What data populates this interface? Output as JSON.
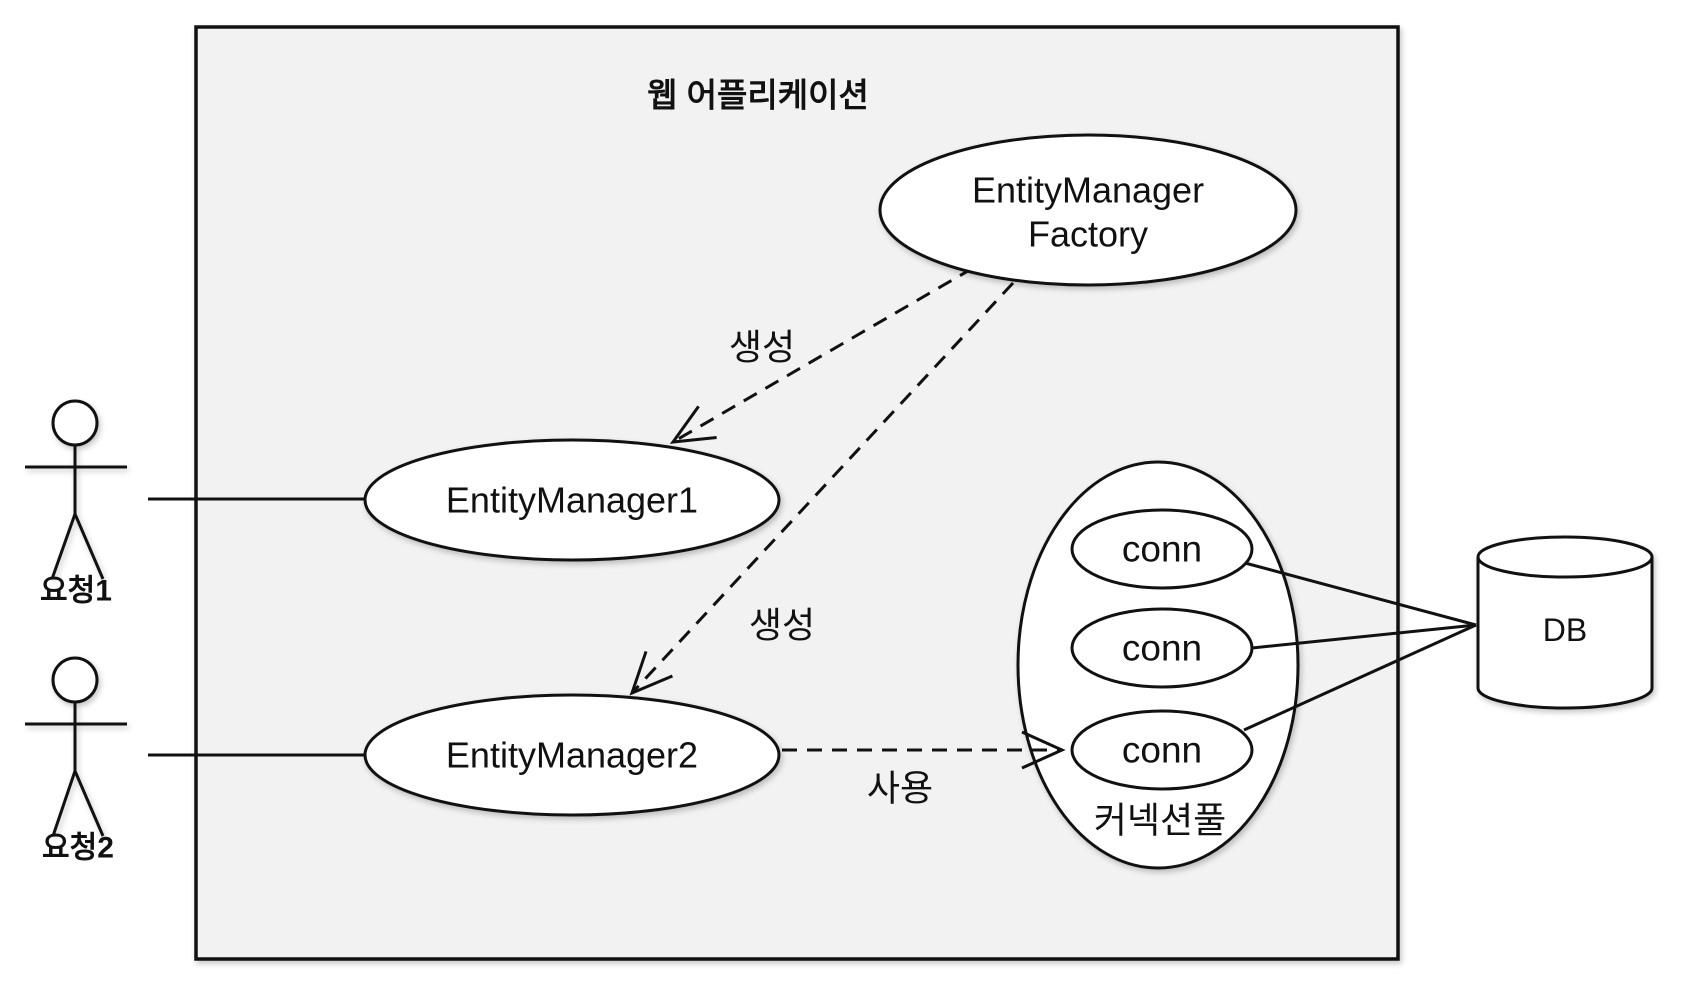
{
  "diagram": {
    "app_boundary": {
      "title": "웹 어플리케이션"
    },
    "actors": [
      {
        "label": "요청1"
      },
      {
        "label": "요청2"
      }
    ],
    "nodes": {
      "factory": {
        "line1": "EntityManager",
        "line2": "Factory"
      },
      "em1": {
        "label": "EntityManager1"
      },
      "em2": {
        "label": "EntityManager2"
      },
      "pool": {
        "label": "커넥션풀",
        "connections": [
          "conn",
          "conn",
          "conn"
        ]
      },
      "db": {
        "label": "DB"
      }
    },
    "edges": {
      "create1": {
        "label": "생성"
      },
      "create2": {
        "label": "생성"
      },
      "use": {
        "label": "사용"
      }
    },
    "colors": {
      "line": "#111111",
      "boundary_fill": "#f2f2f3",
      "shape_fill": "#ffffff",
      "background": "#ffffff"
    }
  }
}
